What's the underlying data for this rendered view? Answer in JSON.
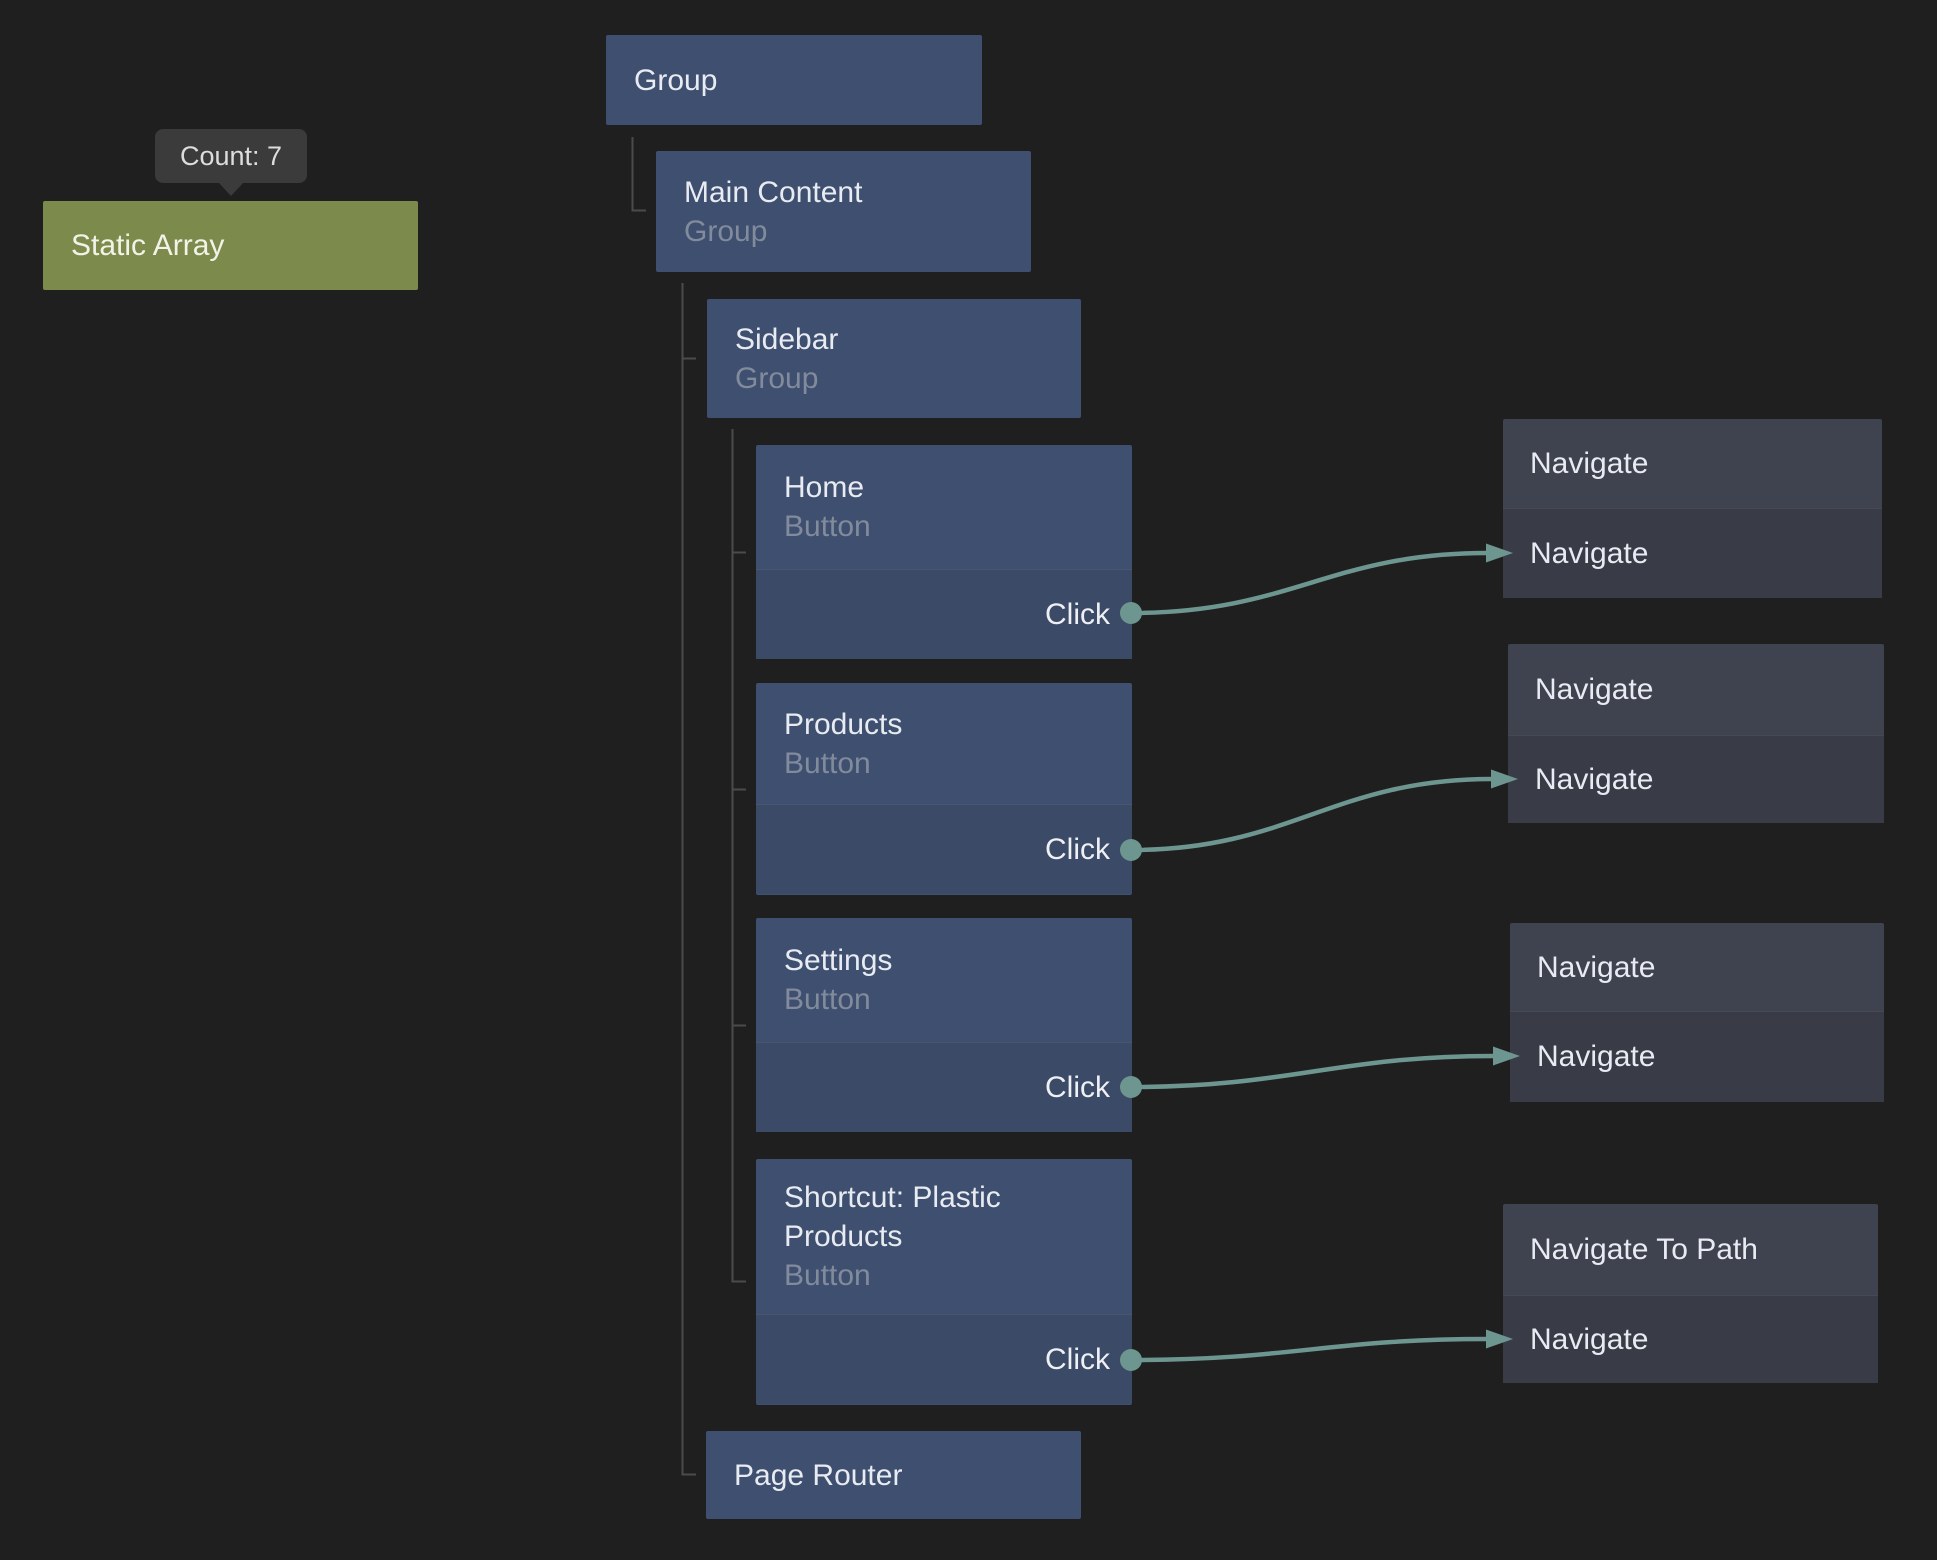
{
  "tooltip": {
    "text": "Count: 7"
  },
  "nodes": {
    "static_array": {
      "title": "Static Array"
    },
    "group": {
      "title": "Group"
    },
    "main_content": {
      "title": "Main Content",
      "type": "Group"
    },
    "sidebar": {
      "title": "Sidebar",
      "type": "Group"
    },
    "home": {
      "title": "Home",
      "type": "Button",
      "event": "Click"
    },
    "products": {
      "title": "Products",
      "type": "Button",
      "event": "Click"
    },
    "settings": {
      "title": "Settings",
      "type": "Button",
      "event": "Click"
    },
    "shortcut": {
      "title": "Shortcut: Plastic Products",
      "type": "Button",
      "event": "Click"
    },
    "page_router": {
      "title": "Page Router"
    }
  },
  "actions": {
    "navigate_home": {
      "title": "Navigate",
      "input": "Navigate"
    },
    "navigate_products": {
      "title": "Navigate",
      "input": "Navigate"
    },
    "navigate_settings": {
      "title": "Navigate",
      "input": "Navigate"
    },
    "navigate_to_path": {
      "title": "Navigate To Path",
      "input": "Navigate"
    }
  },
  "colors": {
    "background": "#1f1f1f",
    "tree_node": "#3e4f6f",
    "action_node": "#3f424f",
    "data_node": "#7c8a4b",
    "wire": "#6d9690",
    "tree_line": "#4b4b4b"
  }
}
